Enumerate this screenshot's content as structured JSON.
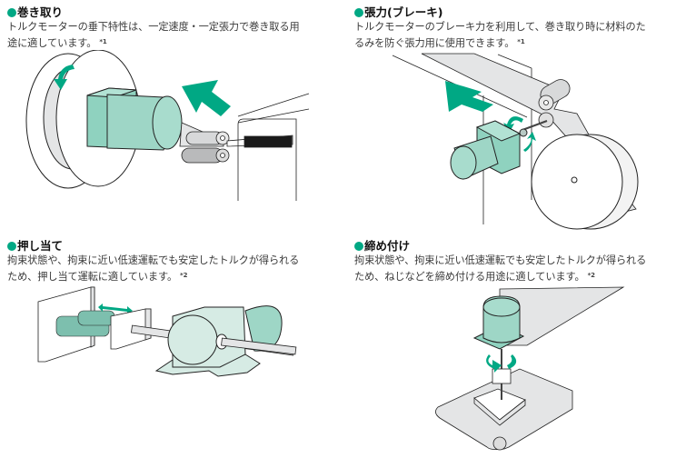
{
  "accent_color": "#00a884",
  "motor_color": "#9ed6c6",
  "sections": [
    {
      "title": "巻き取り",
      "lines": [
        "トルクモーターの垂下特性は、一定速度・一定張力で巻き取る用",
        "途に適しています。"
      ],
      "note": "*1",
      "illustration": "winding-reel-illustration"
    },
    {
      "title": "張力(ブレーキ)",
      "lines": [
        "トルクモーターのブレーキ力を利用して、巻き取り時に材料のた",
        "るみを防ぐ張力用に使用できます。"
      ],
      "note": "*1",
      "illustration": "tension-brake-illustration"
    },
    {
      "title": "押し当て",
      "lines": [
        "拘束状態や、拘束に近い低速運転でも安定したトルクが得られる",
        "ため、押し当て運転に適しています。"
      ],
      "note": "*2",
      "illustration": "push-press-illustration"
    },
    {
      "title": "締め付け",
      "lines": [
        "拘束状態や、拘束に近い低速運転でも安定したトルクが得られる",
        "ため、ねじなどを締め付ける用途に適しています。"
      ],
      "note": "*2",
      "illustration": "screw-tightening-illustration"
    }
  ]
}
